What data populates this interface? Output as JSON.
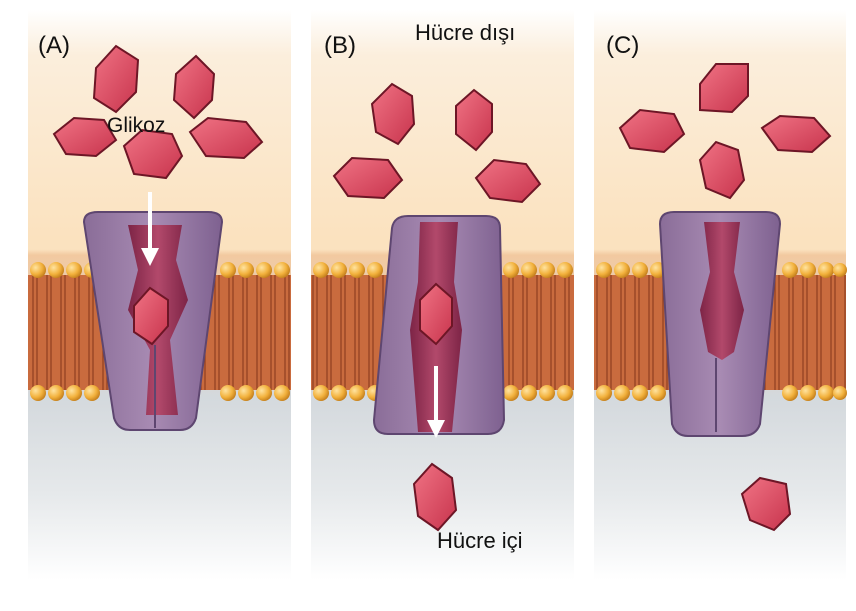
{
  "panels": [
    {
      "id": "A",
      "label": "(A)"
    },
    {
      "id": "B",
      "label": "(B)"
    },
    {
      "id": "C",
      "label": "(C)"
    }
  ],
  "labels": {
    "glucose": "Glikoz",
    "extracellular": "Hücre dışı",
    "intracellular": "Hücre içi"
  },
  "colors": {
    "extracellular_bg": "#fbe9cf",
    "intracellular_bg": "#d4d9dd",
    "membrane_tail": "#c8663a",
    "lipid_head": "#f2b13c",
    "transporter": "#9a7aa6",
    "channel": "#a03a5a",
    "glucose_fill": "#df4a60",
    "arrow": "#ffffff"
  }
}
